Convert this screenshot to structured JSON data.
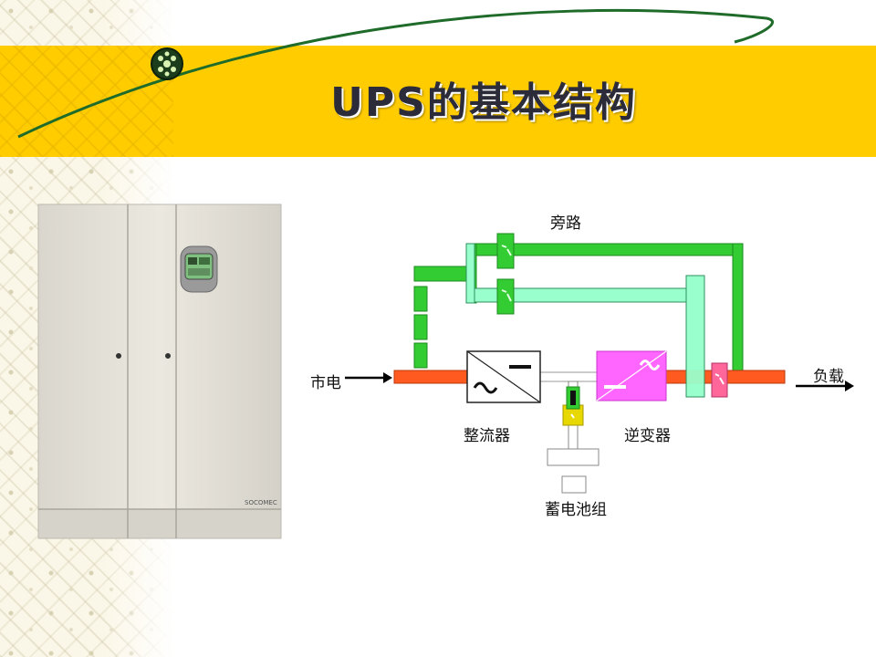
{
  "title": "UPS的基本结构",
  "labels": {
    "bypass": "旁路",
    "mains": "市电",
    "load": "负载",
    "rectifier": "整流器",
    "inverter": "逆变器",
    "battery": "蓄电池组"
  },
  "ups_cabinet": {
    "brand": "SOCOMEC"
  },
  "colors": {
    "title_band": "#ffcc00",
    "mains_line": "#ff5a1f",
    "bypass_dark": "#33cc33",
    "bypass_light": "#99ffcc",
    "inverter": "#ff66ff",
    "switch_pink": "#ff6699",
    "battery_switch": "#e6d800"
  },
  "icons": {
    "rectifier": "ac-to-dc-symbol",
    "inverter": "dc-to-ac-symbol",
    "arrow_in": "right-arrow-icon",
    "arrow_out": "right-arrow-icon"
  }
}
